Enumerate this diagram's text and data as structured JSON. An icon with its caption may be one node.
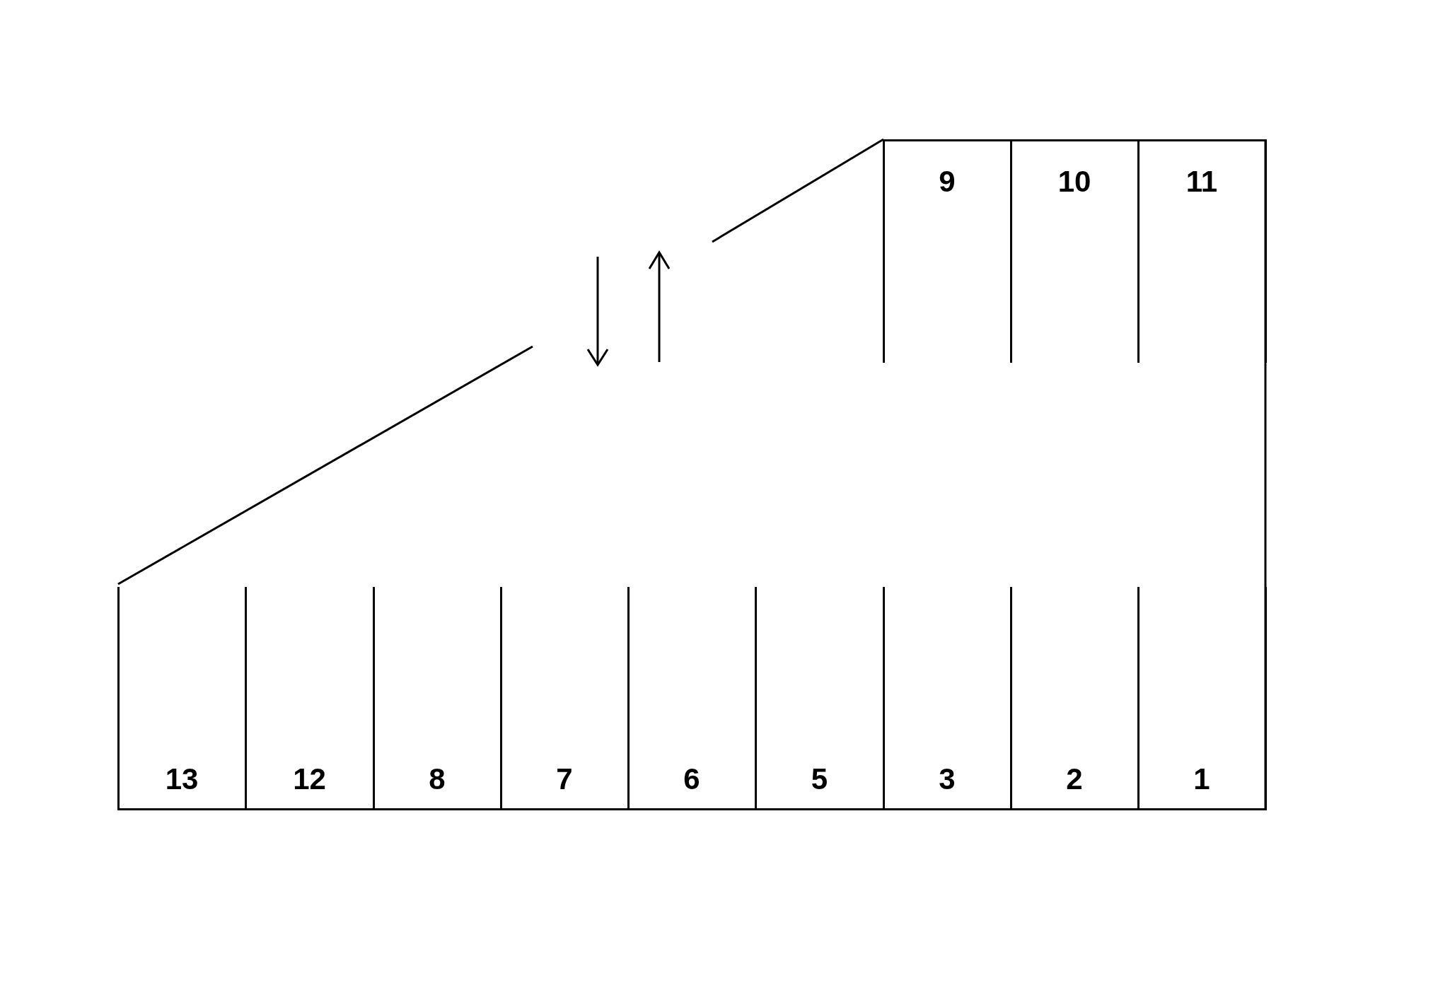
{
  "diagram": {
    "nodes": [
      {
        "text": [
          "9"
        ]
      },
      {
        "text": [
          "10"
        ]
      },
      {
        "text": [
          "11"
        ]
      },
      {
        "text": [
          "13"
        ]
      },
      {
        "text": [
          "12"
        ]
      },
      {
        "text": [
          "8"
        ]
      },
      {
        "text": [
          "7"
        ]
      },
      {
        "text": [
          "6"
        ]
      },
      {
        "text": [
          "5"
        ]
      },
      {
        "text": [
          "3"
        ]
      },
      {
        "text": [
          "2"
        ]
      },
      {
        "text": [
          "1"
        ]
      }
    ]
  }
}
